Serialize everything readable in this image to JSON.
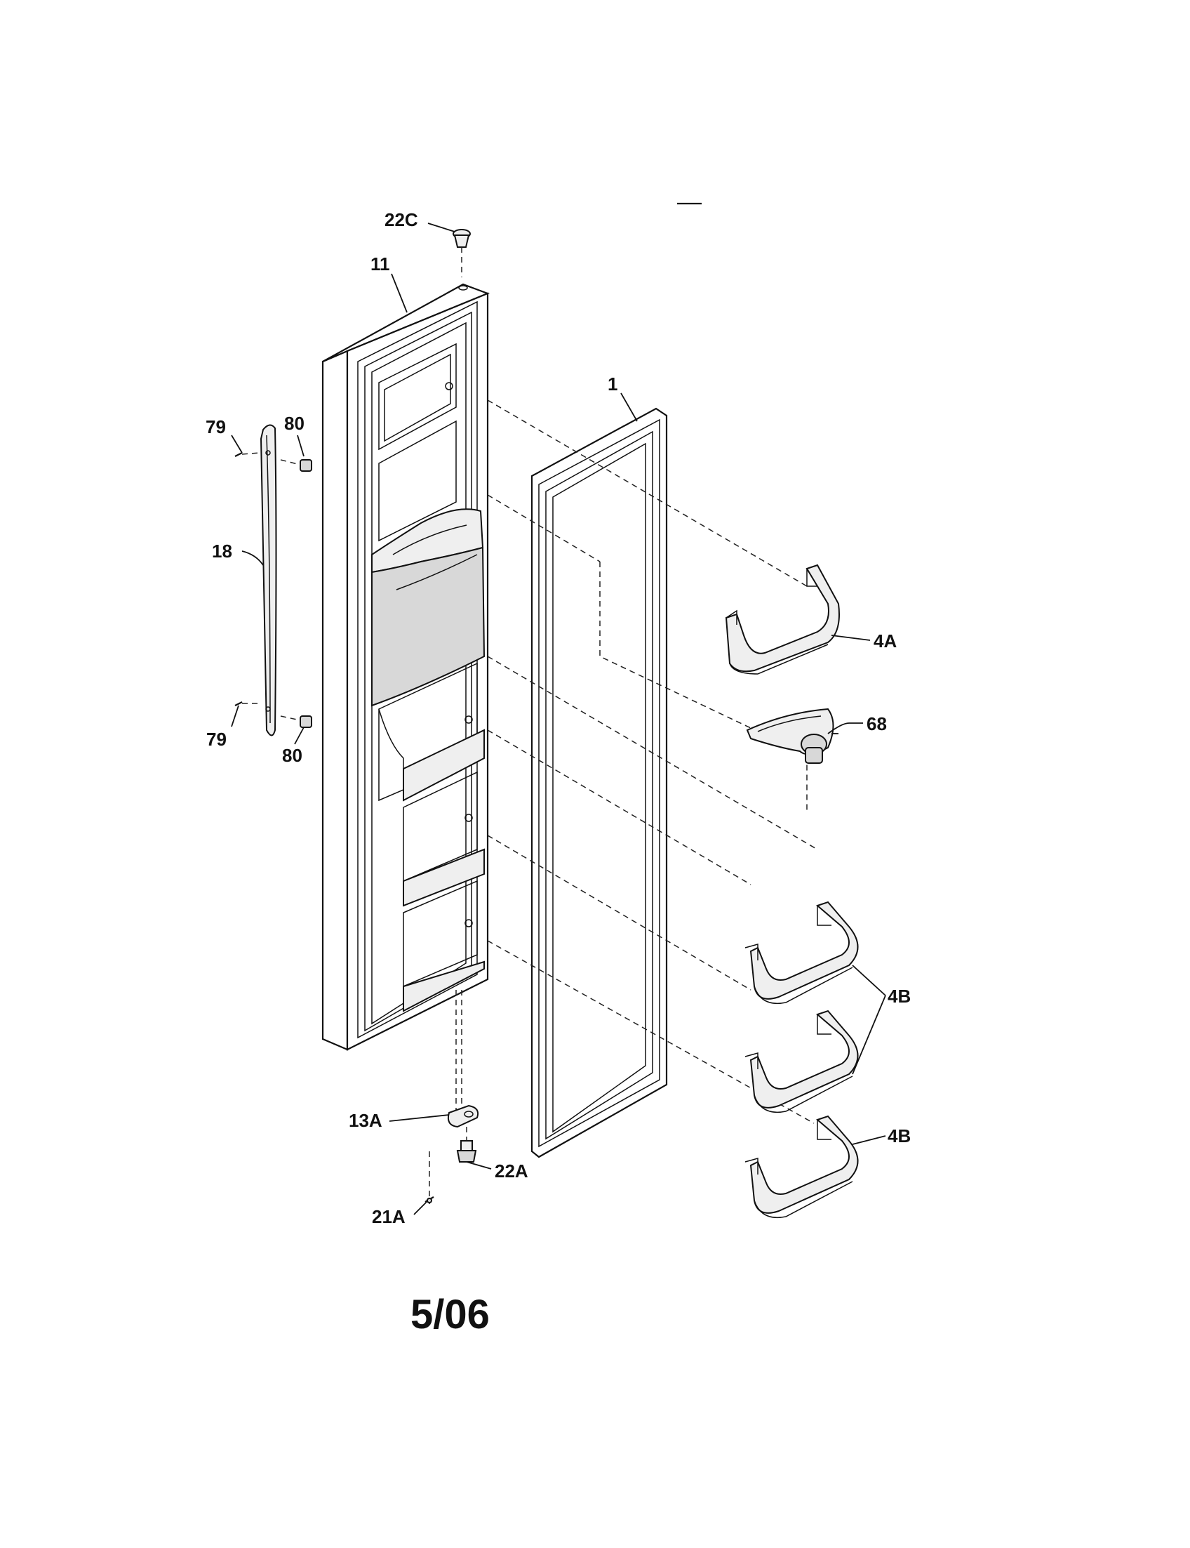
{
  "diagram": {
    "labels": {
      "door_liner": "11",
      "gasket": "1",
      "top_hinge_pin": "22C",
      "handle": "18",
      "screw_top": "79",
      "screw_bottom": "79",
      "mount_top": "80",
      "mount_bottom": "80",
      "shelf_bin_small": "4A",
      "ice_funnel": "68",
      "shelf_bin_pair": "4B",
      "shelf_bin_bottom": "4B",
      "bottom_hinge": "13A",
      "bottom_hinge_pin": "22A",
      "hinge_screw": "21A"
    },
    "footer_date": "5/06"
  }
}
